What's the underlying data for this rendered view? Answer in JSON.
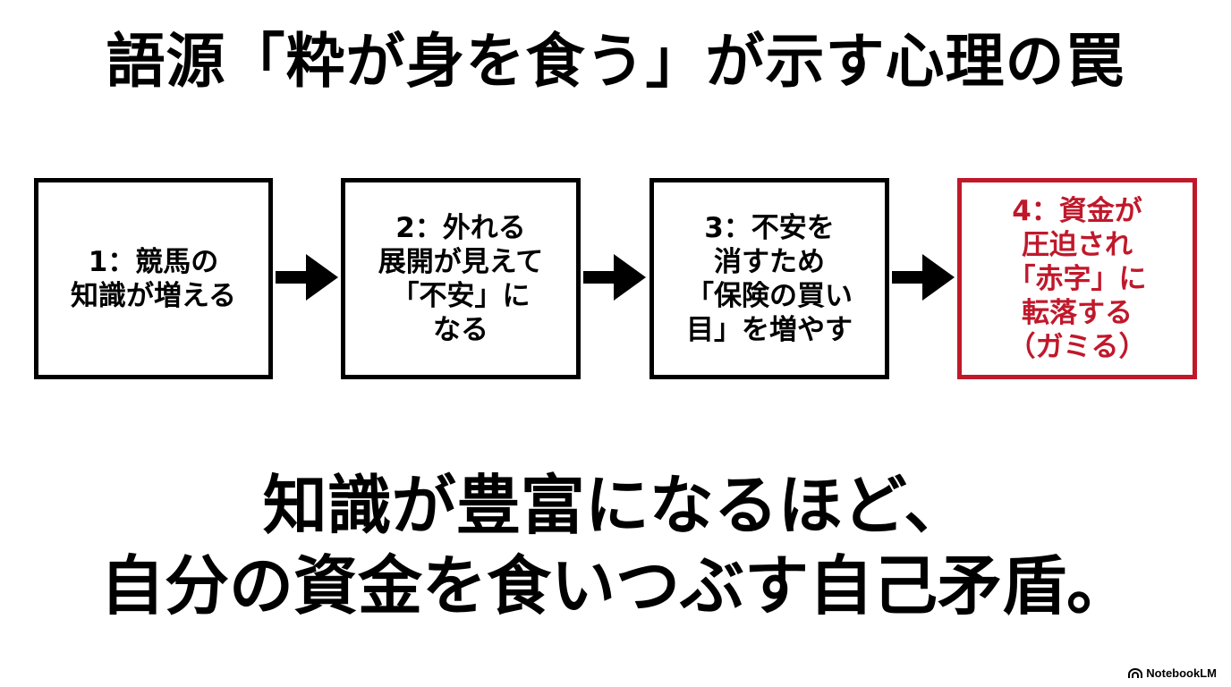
{
  "title": "語源「粋が身を食う」が示す心理の罠",
  "steps": [
    {
      "text": "1：競馬の\n知識が増える"
    },
    {
      "text": "2：外れる\n展開が見えて\n「不安」に\nなる"
    },
    {
      "text": "3：不安を\n消すため\n「保険の買い\n目」を増やす"
    },
    {
      "text": "4：資金が\n圧迫され\n「赤字」に\n転落する\n（ガミる）"
    }
  ],
  "conclusion": {
    "line1": "知識が豊富になるほど、",
    "line2": "自分の資金を食いつぶす自己矛盾。"
  },
  "brand": {
    "label": "NotebookLM",
    "icon": "notebooklm-logo-icon"
  },
  "colors": {
    "text": "#000000",
    "accent": "#c0182b",
    "background": "#ffffff"
  }
}
